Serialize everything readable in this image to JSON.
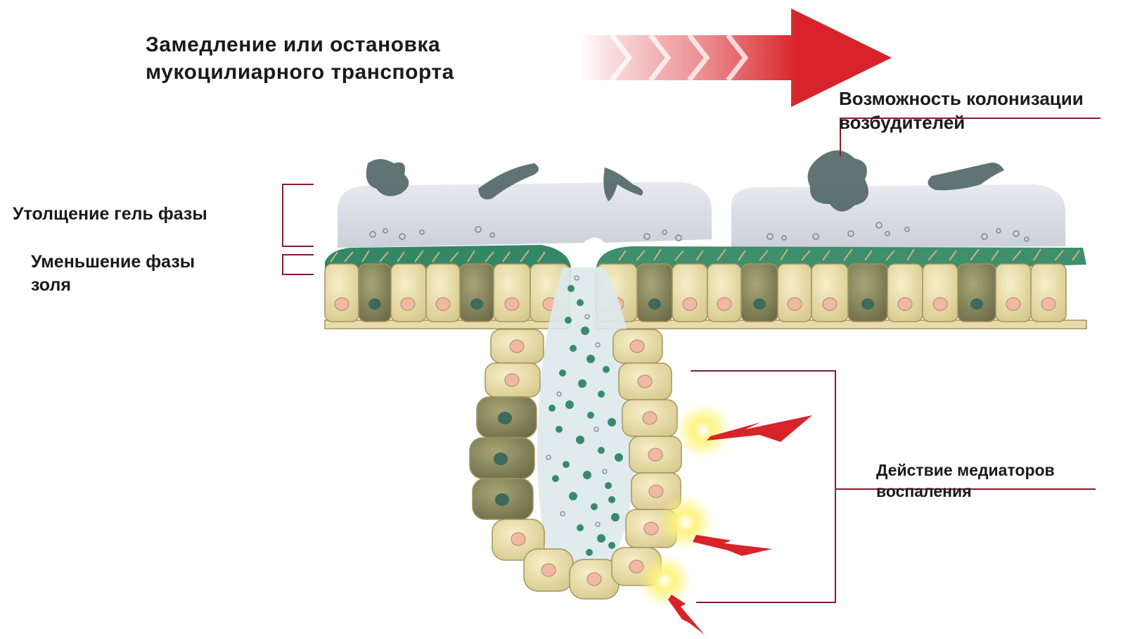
{
  "labels": {
    "title": {
      "line1": "Замедление или остановка",
      "line2": "мукоцилиарного транспорта"
    },
    "colonization": {
      "line1": "Возможность колонизации",
      "line2": "возбудителей"
    },
    "gel_thickening": "Утолщение гель фазы",
    "sol_reduction": {
      "line1": "Уменьшение фазы",
      "line2": "золя"
    },
    "mediators": {
      "line1": "Действие медиаторов",
      "line2": "воспаления"
    }
  },
  "colors": {
    "arrow_red": "#d8232a",
    "mucus_gel": "#d5d8df",
    "pathogen": "#4f6565",
    "cilia_green": "#1d7a55",
    "cell_fill": "#eee2b0",
    "cell_dark": "#8e8a5e",
    "nucleus": "#f0b9a4",
    "bracket_line": "#8a1c2a",
    "lightning": "#d8232a",
    "glow": "#ffe94a"
  }
}
